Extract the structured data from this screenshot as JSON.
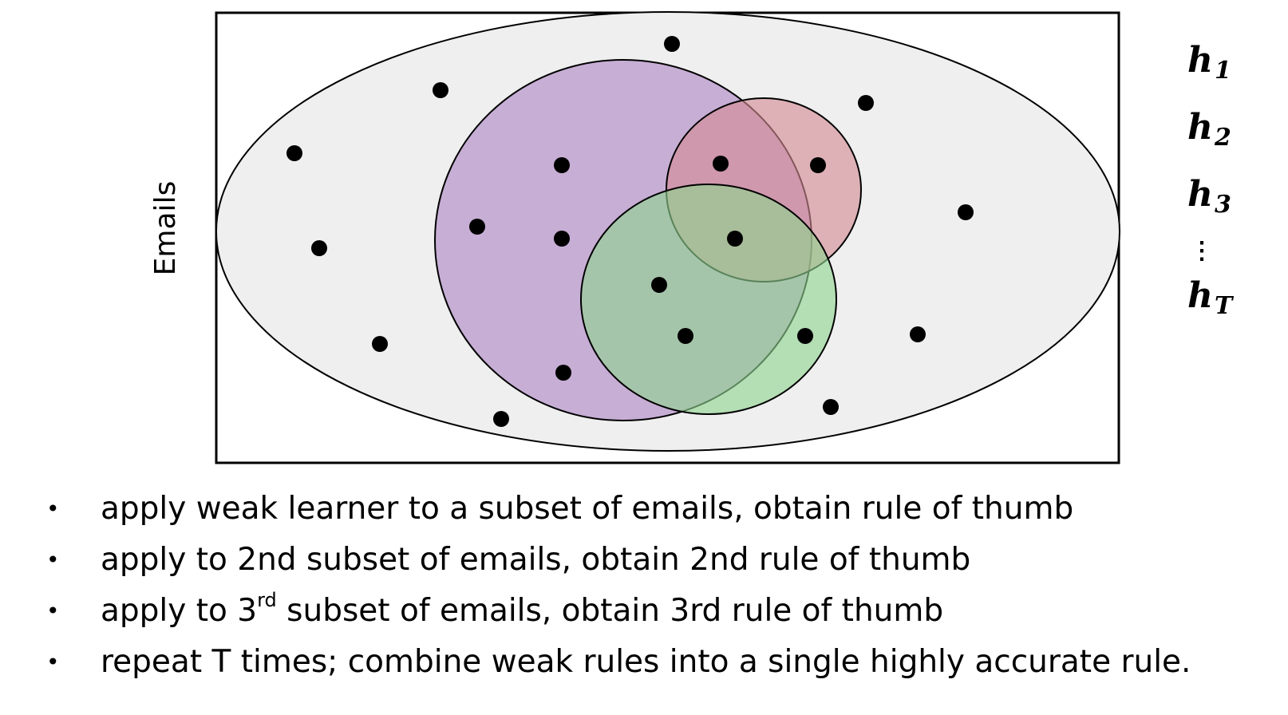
{
  "diagram": {
    "box_label": "Emails",
    "hypotheses": [
      {
        "base": "h",
        "sub": "1"
      },
      {
        "base": "h",
        "sub": "2"
      },
      {
        "base": "h",
        "sub": "3"
      },
      {
        "base": "h",
        "sub": "T"
      }
    ],
    "ellipsis": "⋮",
    "colors": {
      "outer_ellipse": "#efefef",
      "subset_purple": "#c3a8d3",
      "subset_red": "#dc9aa2",
      "subset_green": "#9ed79f",
      "dots": "#000000"
    }
  },
  "bullets": [
    {
      "marker": "•",
      "text": "apply weak learner to a subset of emails,  obtain rule of thumb"
    },
    {
      "marker": "•",
      "text": "apply to 2nd subset of emails, obtain 2nd rule of thumb"
    },
    {
      "marker": "•",
      "text_before": "apply to 3",
      "sup": "rd",
      "text_after": " subset of emails, obtain 3rd rule of thumb"
    },
    {
      "marker": "•",
      "text": "repeat T times; combine weak rules into a single highly accurate rule."
    }
  ]
}
